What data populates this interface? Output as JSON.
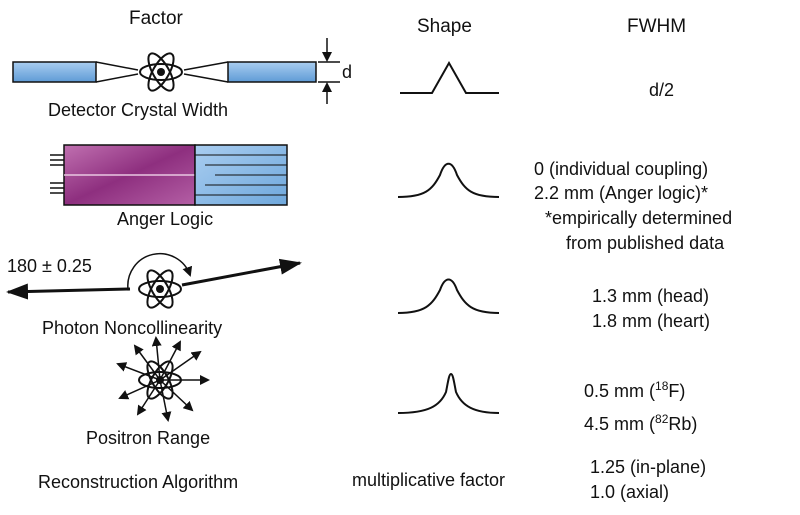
{
  "headers": {
    "factor": "Factor",
    "shape": "Shape",
    "fwhm": "FWHM"
  },
  "rows": [
    {
      "factor": "Detector Crystal Width",
      "dimension_label": "d",
      "fwhm": [
        "d/2"
      ]
    },
    {
      "factor": "Anger Logic",
      "fwhm": [
        "0 (individual coupling)",
        "2.2 mm (Anger logic)*",
        "*empirically determined",
        "from published data"
      ]
    },
    {
      "factor": "Photon Noncollinearity",
      "angle_label": "180  ± 0.25",
      "fwhm": [
        "1.3 mm (head)",
        "1.8 mm (heart)"
      ]
    },
    {
      "factor": "Positron Range",
      "fwhm_parts": [
        {
          "prefix": "0.5 mm (",
          "sup": "18",
          "suffix": "F)"
        },
        {
          "prefix": "4.5 mm (",
          "sup": "82",
          "suffix": "Rb)"
        }
      ]
    },
    {
      "factor": "Reconstruction Algorithm",
      "shape_text": "multiplicative factor",
      "fwhm": [
        "1.25 (in-plane)",
        "1.0 (axial)"
      ]
    }
  ],
  "colors": {
    "crystal_blue": "#6fa8dc",
    "crystal_blue_light": "#a9cdf0",
    "anger_purple": "#9c3a8c",
    "anger_purple_light": "#c77bb8",
    "line": "#111111"
  }
}
